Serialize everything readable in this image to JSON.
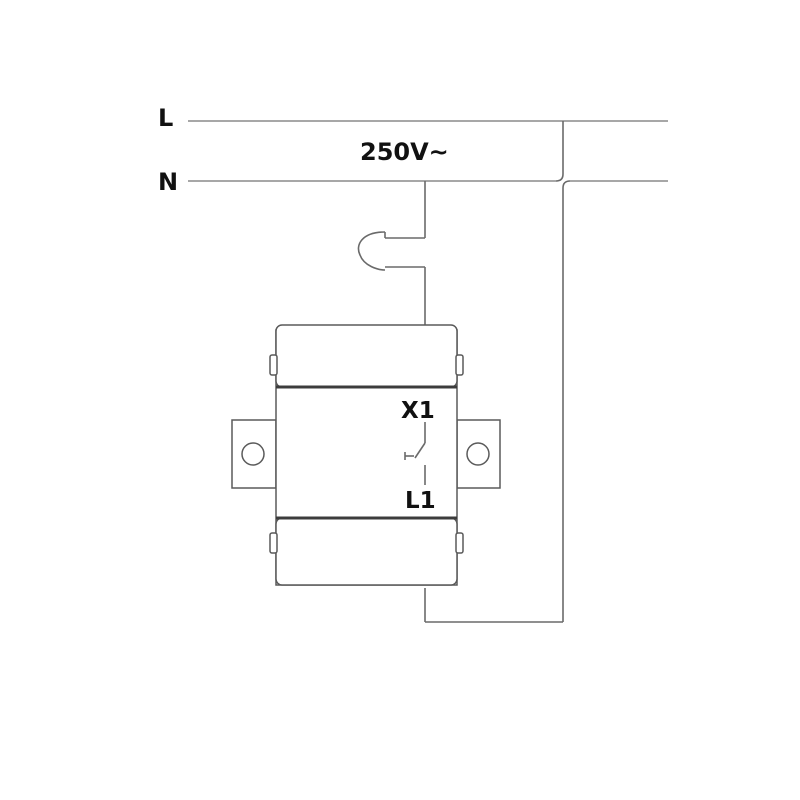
{
  "labels": {
    "line": "L",
    "neutral": "N",
    "voltage": "250V~",
    "terminal_top": "X1",
    "terminal_bottom": "L1"
  }
}
